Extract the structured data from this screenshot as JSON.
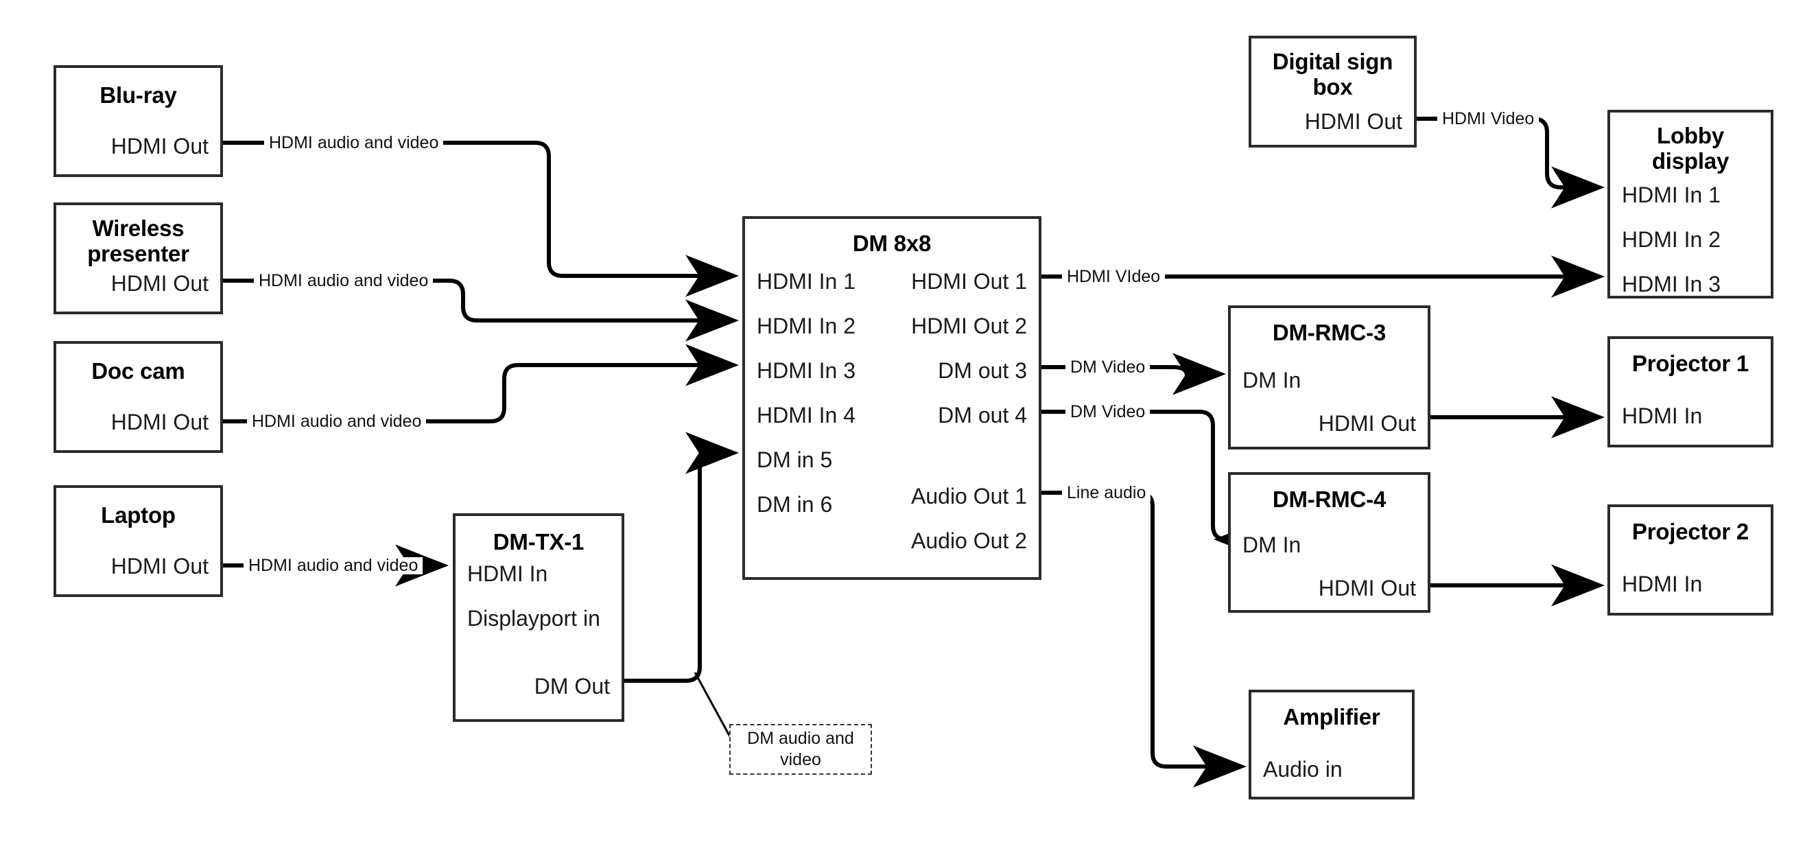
{
  "diagram": {
    "title": "AV signal routing diagram",
    "stroke_color": "#2b2b2b",
    "line_color": "#000000",
    "background": "#ffffff"
  },
  "nodes": {
    "bluray": {
      "title": "Blu-ray",
      "ports": [
        {
          "label": "HDMI Out",
          "side": "right"
        }
      ]
    },
    "wireless": {
      "title": "Wireless\npresenter",
      "ports": [
        {
          "label": "HDMI Out",
          "side": "right"
        }
      ]
    },
    "doccam": {
      "title": "Doc cam",
      "ports": [
        {
          "label": "HDMI Out",
          "side": "right"
        }
      ]
    },
    "laptop": {
      "title": "Laptop",
      "ports": [
        {
          "label": "HDMI Out",
          "side": "right"
        }
      ]
    },
    "dmtx1": {
      "title": "DM-TX-1",
      "ports": [
        {
          "label": "HDMI In",
          "side": "left"
        },
        {
          "label": "Displayport in",
          "side": "left"
        },
        {
          "label": "DM Out",
          "side": "right"
        }
      ]
    },
    "dm8x8": {
      "title": "DM 8x8",
      "inputs": [
        "HDMI In 1",
        "HDMI In 2",
        "HDMI In 3",
        "HDMI In 4",
        "DM in 5",
        "DM in 6"
      ],
      "outputs": [
        "HDMI Out 1",
        "HDMI Out 2",
        "DM out 3",
        "DM out 4",
        "Audio Out 1",
        "Audio Out 2"
      ]
    },
    "digitalsign": {
      "title": "Digital sign\nbox",
      "ports": [
        {
          "label": "HDMI Out",
          "side": "right"
        }
      ]
    },
    "lobby": {
      "title": "Lobby\ndisplay",
      "ports": [
        {
          "label": "HDMI In 1",
          "side": "left"
        },
        {
          "label": "HDMI In 2",
          "side": "left"
        },
        {
          "label": "HDMI In 3",
          "side": "left"
        }
      ]
    },
    "dmrmc3": {
      "title": "DM-RMC-3",
      "ports": [
        {
          "label": "DM In",
          "side": "left"
        },
        {
          "label": "HDMI Out",
          "side": "right"
        }
      ]
    },
    "dmrmc4": {
      "title": "DM-RMC-4",
      "ports": [
        {
          "label": "DM In",
          "side": "left"
        },
        {
          "label": "HDMI Out",
          "side": "right"
        }
      ]
    },
    "projector1": {
      "title": "Projector 1",
      "ports": [
        {
          "label": "HDMI In",
          "side": "left"
        }
      ]
    },
    "projector2": {
      "title": "Projector 2",
      "ports": [
        {
          "label": "HDMI In",
          "side": "left"
        }
      ]
    },
    "amplifier": {
      "title": "Amplifier",
      "ports": [
        {
          "label": "Audio in",
          "side": "left"
        }
      ]
    }
  },
  "wire_labels": {
    "bluray_to_in1": "HDMI audio and video",
    "wireless_to_in2": "HDMI audio and video",
    "doccam_to_in3": "HDMI audio and video",
    "laptop_to_tx1": "HDMI audio and video",
    "sign_to_lobby": "HDMI Video",
    "hdmiout1_to_lobby3": "HDMI VIdeo",
    "dmout3_to_rmc3": "DM Video",
    "dmout4_to_rmc4": "DM Video",
    "audioout1_to_amp": "Line audio",
    "dmout_callout": "DM audio and video"
  }
}
